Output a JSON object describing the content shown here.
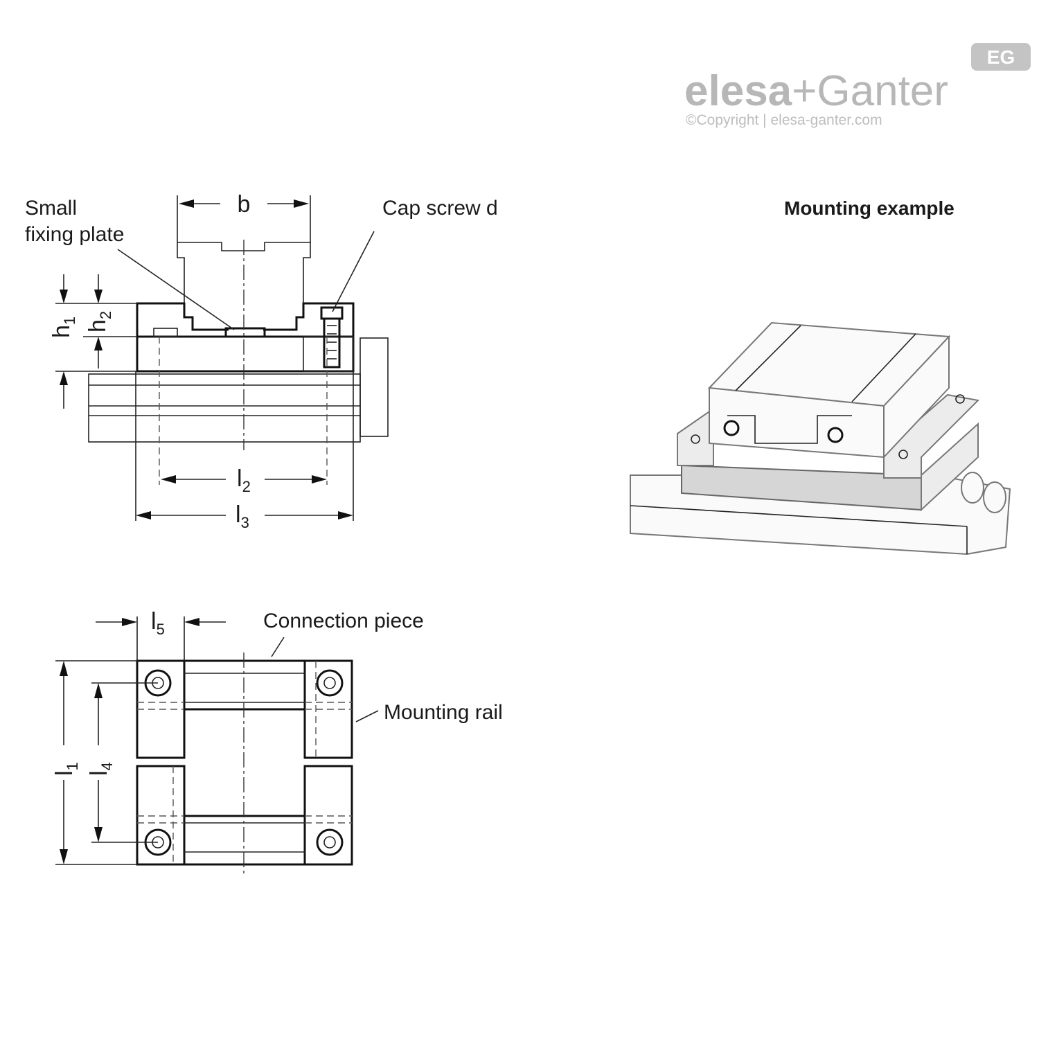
{
  "logo": {
    "brand_part1": "elesa",
    "brand_plus": "+",
    "brand_part2": "Ganter",
    "badge": "EG",
    "copyright": "©Copyright | elesa-ganter.com"
  },
  "labels": {
    "small_fixing_plate_line1": "Small",
    "small_fixing_plate_line2": "fixing plate",
    "cap_screw": "Cap screw d",
    "mounting_example": "Mounting example",
    "connection_piece": "Connection piece",
    "mounting_rail": "Mounting rail"
  },
  "dimensions": {
    "b": "b",
    "h1_base": "h",
    "h1_sub": "1",
    "h2_base": "h",
    "h2_sub": "2",
    "l2_base": "l",
    "l2_sub": "2",
    "l3_base": "l",
    "l3_sub": "3",
    "l5_base": "l",
    "l5_sub": "5",
    "l1_base": "l",
    "l1_sub": "1",
    "l4_base": "l",
    "l4_sub": "4"
  }
}
